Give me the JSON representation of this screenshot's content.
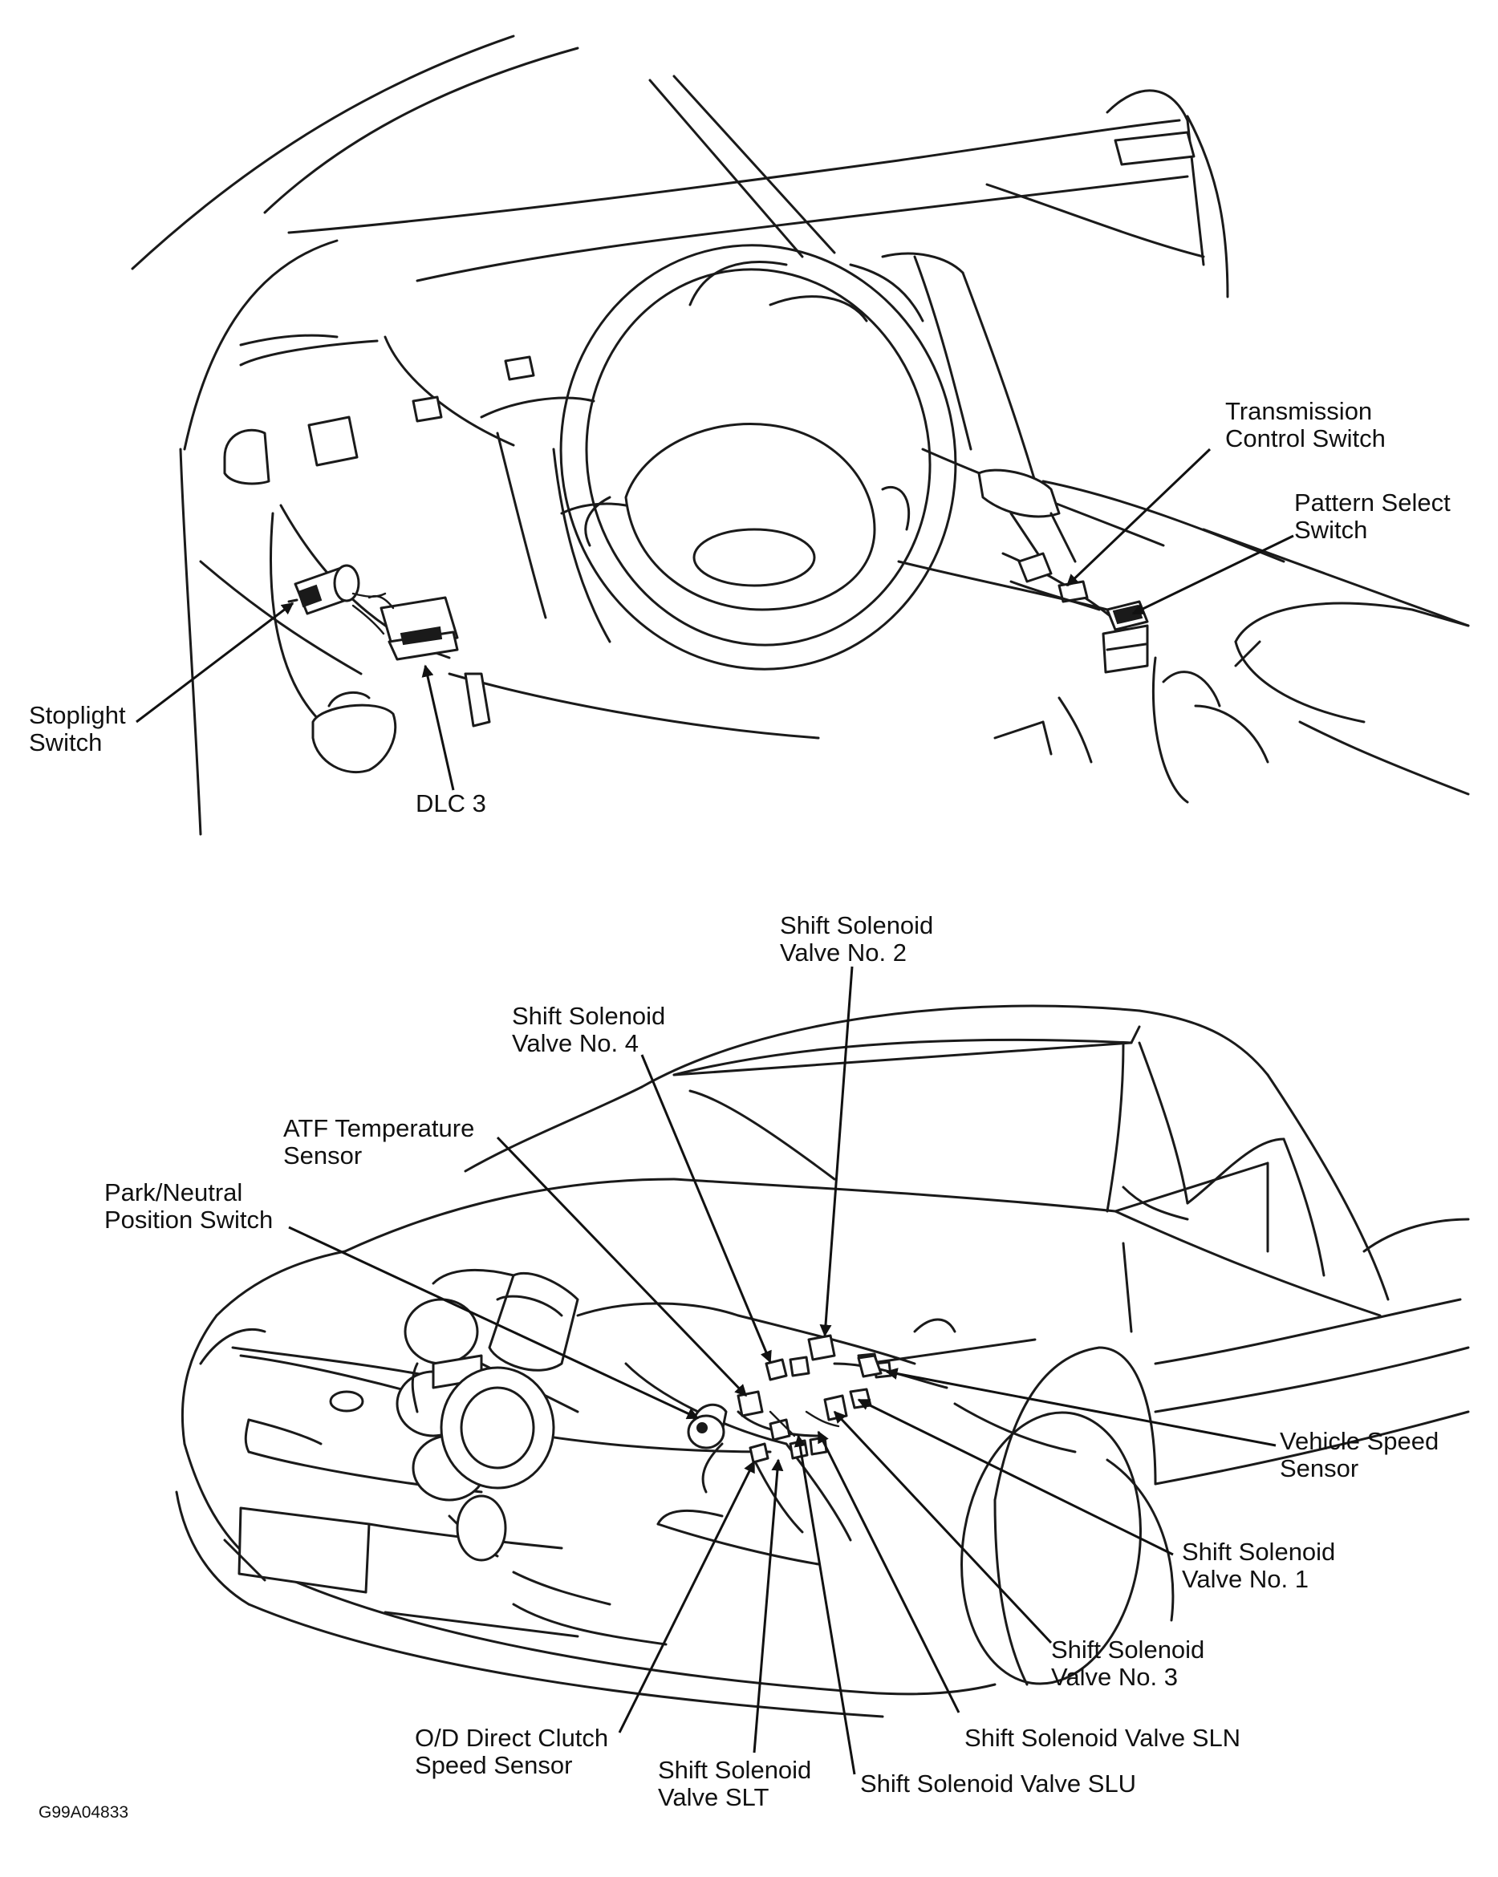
{
  "figure_code": "G99A04833",
  "labels": {
    "transmission_control_switch": [
      "Transmission",
      "Control Switch"
    ],
    "pattern_select_switch": [
      "Pattern Select",
      "Switch"
    ],
    "stoplight_switch": [
      "Stoplight",
      "Switch"
    ],
    "dlc3": [
      "DLC 3"
    ],
    "shift_solenoid_no2": [
      "Shift Solenoid",
      "Valve No. 2"
    ],
    "shift_solenoid_no4": [
      "Shift Solenoid",
      "Valve No. 4"
    ],
    "atf_temp_sensor": [
      "ATF Temperature",
      "Sensor"
    ],
    "park_neutral_switch": [
      "Park/Neutral",
      "Position Switch"
    ],
    "vehicle_speed_sensor": [
      "Vehicle Speed",
      "Sensor"
    ],
    "shift_solenoid_no1": [
      "Shift Solenoid",
      "Valve No. 1"
    ],
    "shift_solenoid_no3": [
      "Shift Solenoid",
      "Valve No. 3"
    ],
    "shift_solenoid_sln": [
      "Shift Solenoid Valve SLN"
    ],
    "shift_solenoid_slu": [
      "Shift Solenoid Valve SLU"
    ],
    "shift_solenoid_slt": [
      "Shift Solenoid",
      "Valve SLT"
    ],
    "od_direct_clutch_sensor": [
      "O/D Direct Clutch",
      "Speed Sensor"
    ]
  }
}
